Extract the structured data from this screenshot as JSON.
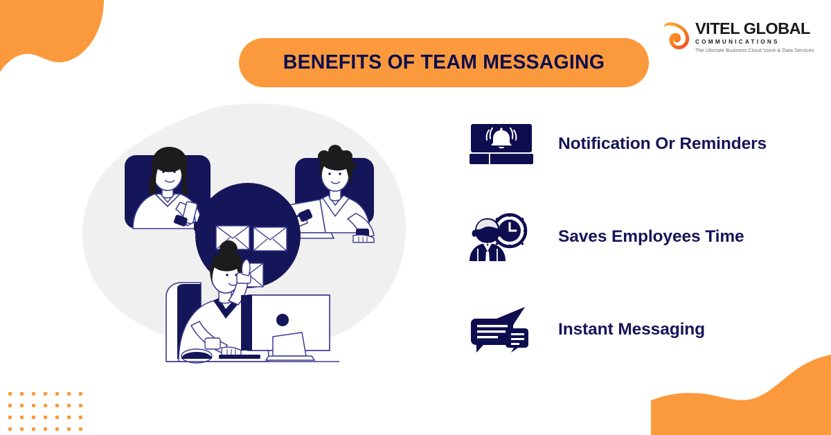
{
  "colors": {
    "orange": "#FB9A3C",
    "navy": "#151559",
    "navy_deep": "#0D0D4F",
    "blob_grey": "#F0F0F0",
    "white": "#FFFFFF"
  },
  "brand": {
    "wordmark": "VITEL GLOBAL",
    "subwordmark": "COMMUNICATIONS",
    "tagline": "The Ultimate Business Cloud Voice & Data Services",
    "mark_icon": "vitel-v-swoosh-icon"
  },
  "header": {
    "title": "BENEFITS OF TEAM MESSAGING"
  },
  "illustration": {
    "alt": "Three coworkers exchanging messages through a central hub of envelopes",
    "people": [
      {
        "name": "woman-with-smartphone",
        "position": "top-left",
        "device": "smartphone"
      },
      {
        "name": "person-with-laptop",
        "position": "top-right",
        "device": "laptop"
      },
      {
        "name": "person-at-desktop",
        "position": "bottom-center",
        "device": "desktop-monitor"
      }
    ],
    "hub": {
      "name": "message-hub-circle",
      "envelope_count": 3
    }
  },
  "benefits": [
    {
      "label": "Notification Or Reminders",
      "icon": "bell-notification-laptop-icon"
    },
    {
      "label": "Saves Employees Time",
      "icon": "employee-clock-icon"
    },
    {
      "label": "Instant Messaging",
      "icon": "chat-bubbles-paper-plane-icon"
    }
  ],
  "decor": {
    "top_left_blob": "orange-wave-blob",
    "bottom_right_blob": "orange-wave-blob",
    "dot_grid": {
      "columns": 7,
      "rows": 4,
      "color": "#FB9A3C"
    }
  }
}
